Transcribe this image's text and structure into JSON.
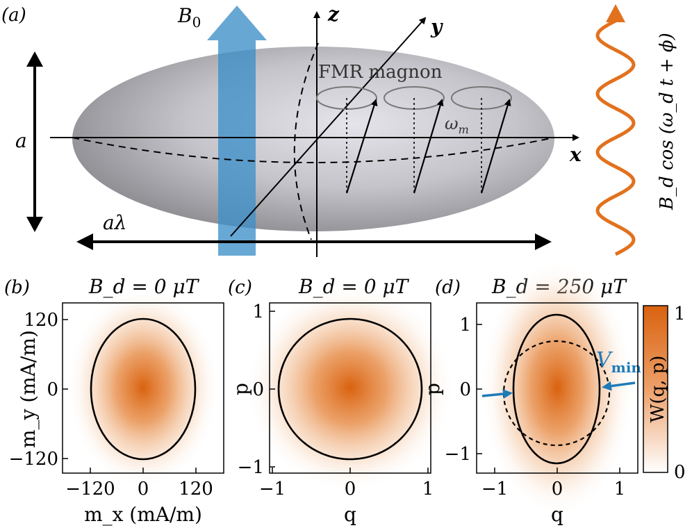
{
  "panel_a": {
    "label": "(a)",
    "b0_label": "B",
    "b0_sub": "0",
    "axis_z": "z",
    "axis_y": "y",
    "axis_x": "x",
    "a_label": "a",
    "a_lambda": "aλ",
    "fmr_label": "FMR magnon",
    "omega_label": "ω",
    "omega_sub": "m",
    "drive_label": "B_d cos (ω_d t + ϕ)",
    "colors": {
      "ellipsoid": "#b9b9bf",
      "b0_arrow": "#3d8fc9",
      "drive_wave": "#e2711d"
    }
  },
  "panel_b": {
    "label": "(b)",
    "title": "B_d = 0 μT",
    "xlabel": "m_x (mA/m)",
    "ylabel": "m_y (mA/m)",
    "xticks": [
      "−120",
      "0",
      "120"
    ],
    "yticks": [
      "120",
      "0",
      "−120"
    ]
  },
  "panel_c": {
    "label": "(c)",
    "title": "B_d = 0 μT",
    "xlabel": "q",
    "ylabel": "p",
    "xticks": [
      "−1",
      "0",
      "1"
    ],
    "yticks": [
      "1",
      "0",
      "−1"
    ]
  },
  "panel_d": {
    "label": "(d)",
    "title": "B_d = 250 μT",
    "xlabel": "q",
    "ylabel": "p",
    "xticks": [
      "−1",
      "0",
      "1"
    ],
    "yticks": [
      "1",
      "0",
      "−1"
    ],
    "vmin_label": "V",
    "vmin_sub": "min",
    "colors": {
      "vmin": "#1f7ab8"
    }
  },
  "colorbar": {
    "label": "W(q, p)",
    "ticks": [
      "1",
      "0"
    ],
    "colors": {
      "high": "#d9620f",
      "low": "#ffffff"
    }
  }
}
